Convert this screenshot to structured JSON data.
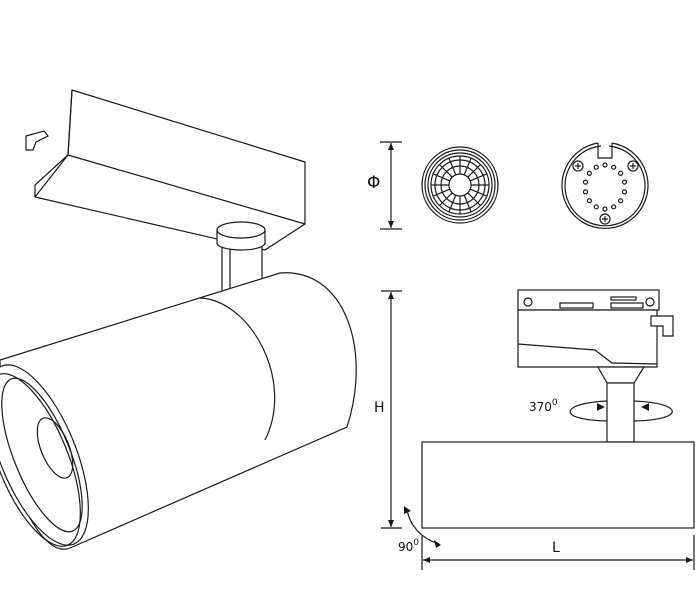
{
  "diagram": {
    "dimension_labels": {
      "diameter": "Φ",
      "height": "H",
      "length": "L"
    },
    "rotation_labels": {
      "horizontal": "370",
      "vertical": "90",
      "degree_mark": "0"
    },
    "line_color": "#1a1a1a",
    "background": "#ffffff"
  }
}
